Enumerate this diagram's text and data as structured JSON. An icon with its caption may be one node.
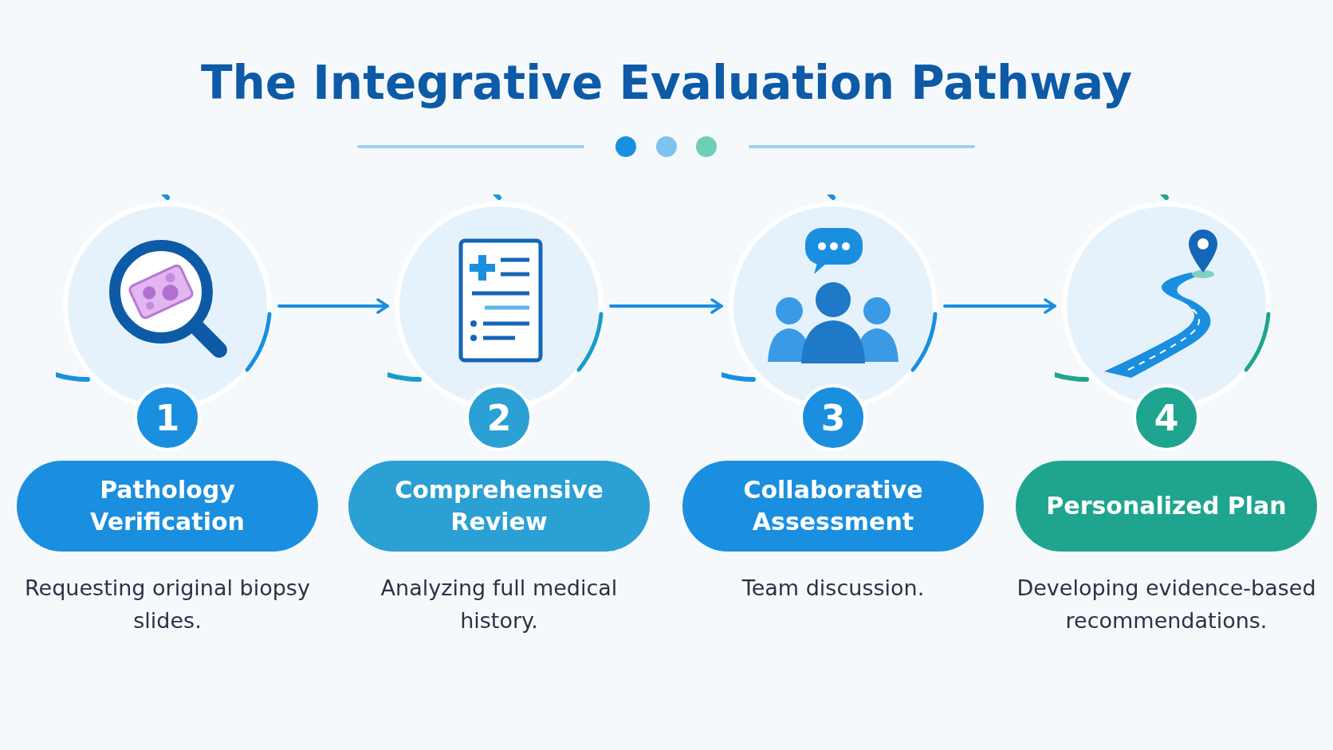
{
  "diagram": {
    "title": "The Integrative Evaluation Pathway",
    "nodes": [
      {
        "text": [
          "1",
          "Pathology Verification"
        ],
        "beside": [
          "Requesting original biopsy slides."
        ]
      },
      {
        "text": [
          "2",
          "Comprehensive Review"
        ],
        "beside": [
          "Analyzing full medical history."
        ]
      },
      {
        "text": [
          "3",
          "Collaborative Assessment"
        ],
        "beside": [
          "Team discussion."
        ]
      },
      {
        "text": [
          "4",
          "Personalized Plan"
        ],
        "beside": [
          "Developing evidence-based recommendations."
        ]
      }
    ],
    "edges": [
      {
        "from": 0,
        "to": 1,
        "arrow": "to"
      },
      {
        "from": 1,
        "to": 2,
        "arrow": "to"
      },
      {
        "from": 2,
        "to": 3,
        "arrow": "to"
      }
    ]
  }
}
